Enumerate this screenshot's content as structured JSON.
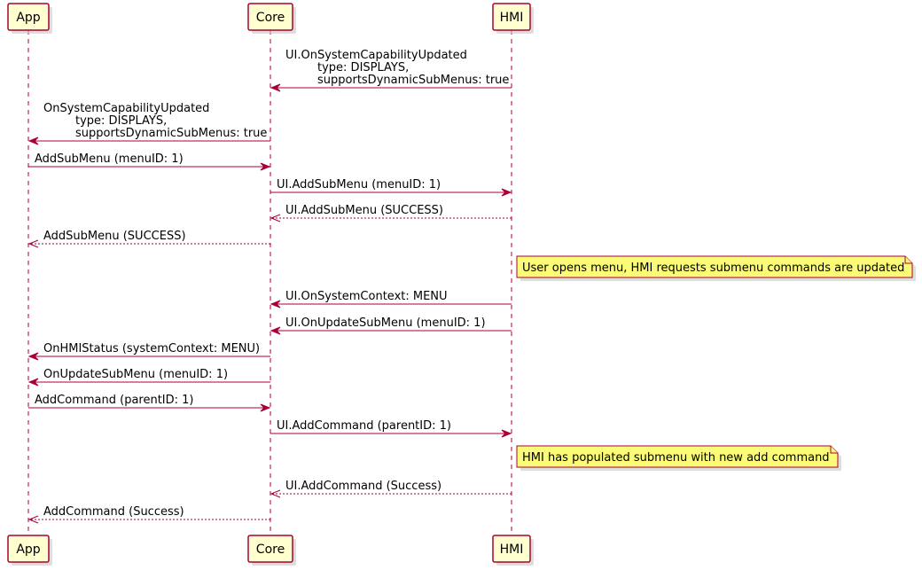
{
  "participants": [
    {
      "id": "app",
      "label": "App"
    },
    {
      "id": "core",
      "label": "Core"
    },
    {
      "id": "hmi",
      "label": "HMI"
    }
  ],
  "messages": [
    {
      "from": "hmi",
      "to": "core",
      "type": "sync",
      "lines": [
        "UI.OnSystemCapabilityUpdated",
        "type: DISPLAYS,",
        "supportsDynamicSubMenus: true"
      ]
    },
    {
      "from": "core",
      "to": "app",
      "type": "sync",
      "lines": [
        "OnSystemCapabilityUpdated",
        "type: DISPLAYS,",
        "supportsDynamicSubMenus: true"
      ]
    },
    {
      "from": "app",
      "to": "core",
      "type": "sync",
      "lines": [
        "AddSubMenu (menuID: 1)"
      ]
    },
    {
      "from": "core",
      "to": "hmi",
      "type": "sync",
      "lines": [
        "UI.AddSubMenu (menuID: 1)"
      ]
    },
    {
      "from": "hmi",
      "to": "core",
      "type": "reply",
      "lines": [
        "UI.AddSubMenu (SUCCESS)"
      ]
    },
    {
      "from": "core",
      "to": "app",
      "type": "reply",
      "lines": [
        "AddSubMenu (SUCCESS)"
      ]
    },
    {
      "note": "User opens menu, HMI requests submenu commands are updated"
    },
    {
      "from": "hmi",
      "to": "core",
      "type": "sync",
      "lines": [
        "UI.OnSystemContext: MENU"
      ]
    },
    {
      "from": "hmi",
      "to": "core",
      "type": "sync",
      "lines": [
        "UI.OnUpdateSubMenu (menuID: 1)"
      ]
    },
    {
      "from": "core",
      "to": "app",
      "type": "sync",
      "lines": [
        "OnHMIStatus (systemContext: MENU)"
      ]
    },
    {
      "from": "core",
      "to": "app",
      "type": "sync",
      "lines": [
        "OnUpdateSubMenu (menuID: 1)"
      ]
    },
    {
      "from": "app",
      "to": "core",
      "type": "sync",
      "lines": [
        "AddCommand (parentID: 1)"
      ]
    },
    {
      "from": "core",
      "to": "hmi",
      "type": "sync",
      "lines": [
        "UI.AddCommand (parentID: 1)"
      ]
    },
    {
      "note": "HMI has populated submenu with new add command"
    },
    {
      "from": "hmi",
      "to": "core",
      "type": "reply",
      "lines": [
        "UI.AddCommand (Success)"
      ]
    },
    {
      "from": "core",
      "to": "app",
      "type": "reply",
      "lines": [
        "AddCommand (Success)"
      ]
    }
  ],
  "colors": {
    "line": "#A80036",
    "actor_fill": "#FEFECE",
    "note_fill": "#FBFB77"
  }
}
